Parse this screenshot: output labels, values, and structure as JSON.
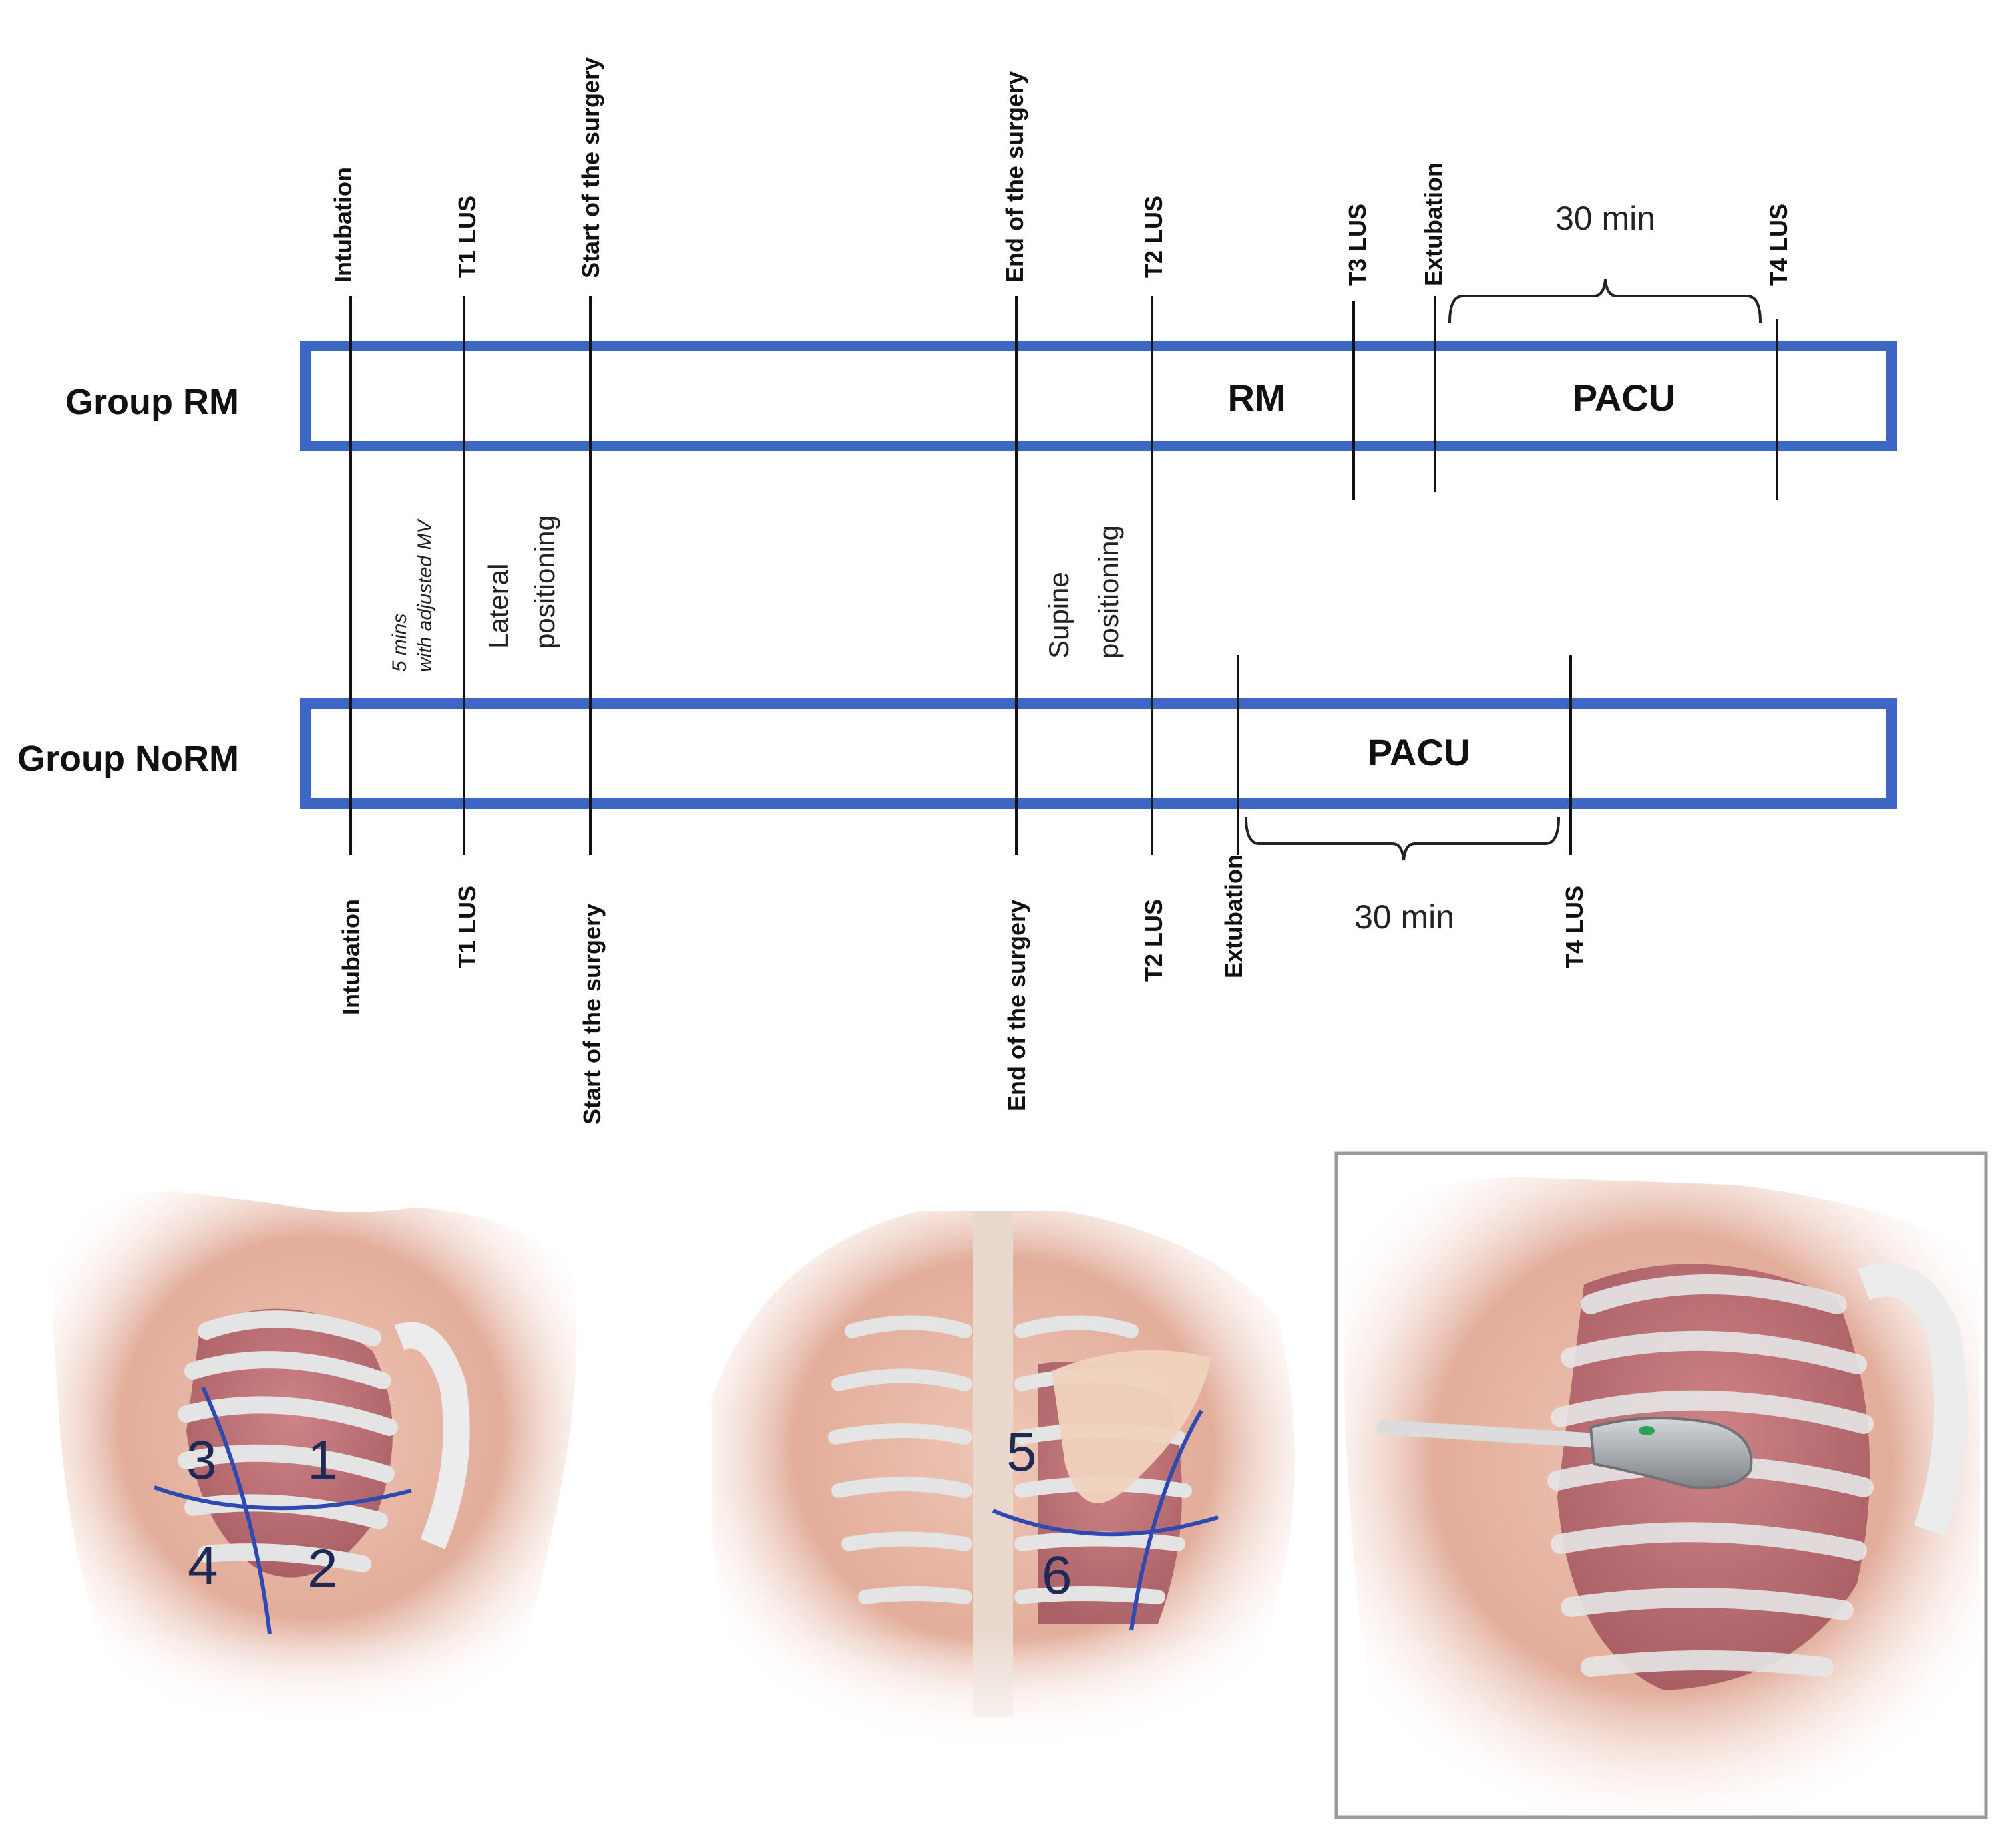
{
  "timeline": {
    "groups": {
      "rm": "Group RM",
      "norm": "Group NoRM"
    },
    "phases": {
      "rm_rm": "RM",
      "rm_pacu": "PACU",
      "norm_pacu": "PACU"
    },
    "durations": {
      "rm": "30 min",
      "norm": "30 min"
    },
    "events": {
      "intubation": "Intubation",
      "t1": "T1 LUS",
      "start": "Start of the surgery",
      "end": "End of the surgery",
      "t2": "T2 LUS",
      "t3": "T3 LUS",
      "extubation": "Extubation",
      "t4": "T4 LUS"
    },
    "notes": {
      "mins": "5 mins",
      "adjusted": "with adjusted MV",
      "lateral_1": "Lateral",
      "lateral_2": "positioning",
      "supine_1": "Supine",
      "supine_2": "positioning"
    }
  },
  "illustrations": {
    "front_zones": [
      "1",
      "2",
      "3",
      "4"
    ],
    "back_zones": [
      "5",
      "6"
    ]
  },
  "colors": {
    "bar_blue": "#3d67c4",
    "zone_line": "#2f49b3",
    "zone_number": "#1e2a55",
    "skin": "#e8b8a6",
    "rib": "#dedede",
    "lung": "#b9646e"
  }
}
